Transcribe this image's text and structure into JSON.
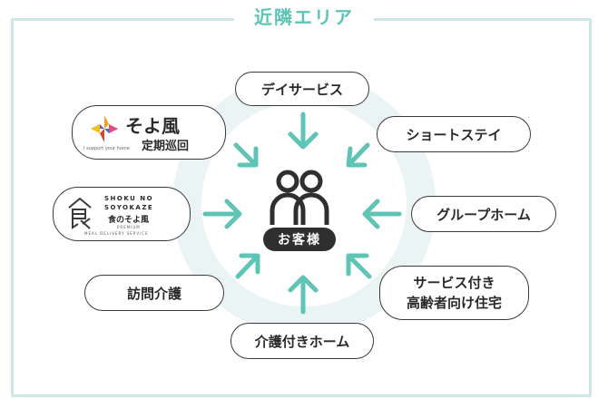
{
  "title": "近隣エリア",
  "center": {
    "label": "お客様",
    "icon": "people-icon"
  },
  "services": {
    "day_service": "デイサービス",
    "short_stay": "ショートステイ",
    "group_home": "グループホーム",
    "serviced_housing_line1": "サービス付き",
    "serviced_housing_line2": "高齢者向け住宅",
    "care_home": "介護付きホーム",
    "home_visit_care": "訪問介護"
  },
  "logos": {
    "soyokaze": {
      "name": "そよ風",
      "sub": "定期巡回",
      "tagline": "I support your home"
    },
    "shoku": {
      "line1": "SHOKU NO",
      "line2": "SOYOKAZE",
      "jp": "食のそよ風",
      "line3": "PREMIUM",
      "line4": "MEAL DELIVERY SERVICE"
    }
  },
  "colors": {
    "accent": "#5ec4b6",
    "ring": "#eaf4f4",
    "frame": "#cfe6e6",
    "dark": "#2f2f2f"
  }
}
